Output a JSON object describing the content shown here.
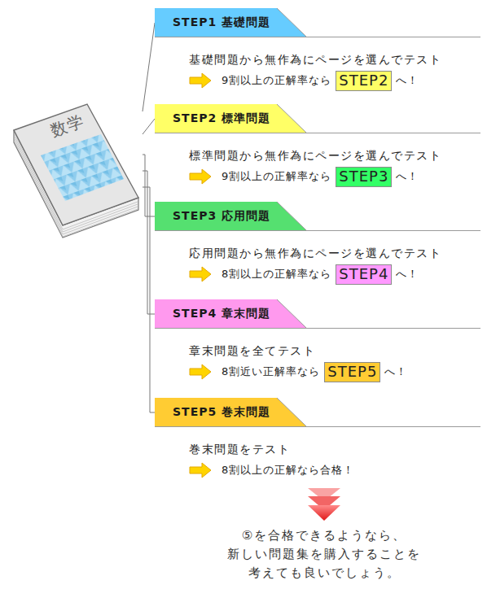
{
  "diagram": {
    "nodes": [
      {
        "text": [
          "数学"
        ]
      },
      {
        "text": [
          "STEP1 基礎問題",
          "基礎問題から無作為にページを選んでテスト",
          "9割以上の正解率なら",
          "へ！"
        ]
      },
      {
        "text": [
          "STEP2"
        ],
        "in": 1
      },
      {
        "text": [
          "STEP2 標準問題",
          "標準問題から無作為にページを選んでテスト",
          "9割以上の正解率なら",
          "へ！"
        ]
      },
      {
        "text": [
          "STEP3"
        ],
        "in": 3
      },
      {
        "text": [
          "STEP3 応用問題",
          "応用問題から無作為にページを選んでテスト",
          "8割以上の正解率なら",
          "へ！"
        ]
      },
      {
        "text": [
          "STEP4"
        ],
        "in": 5
      },
      {
        "text": [
          "STEP4 章末問題",
          "章末問題を全てテスト",
          "8割近い正解率なら",
          "へ！"
        ]
      },
      {
        "text": [
          "STEP5"
        ],
        "in": 7
      },
      {
        "text": [
          "STEP5 巻末問題",
          "巻末問題をテスト",
          "8割以上の正解なら合格！"
        ]
      }
    ],
    "edges": [
      {
        "from": 0,
        "to": 1,
        "arrow": "none"
      },
      {
        "from": 0,
        "to": 3,
        "arrow": "none"
      },
      {
        "from": 0,
        "to": 5,
        "arrow": "none"
      },
      {
        "from": 0,
        "to": 7,
        "arrow": "none"
      },
      {
        "from": 0,
        "to": 9,
        "arrow": "none"
      }
    ],
    "labels": [
      "⑤を合格できるようなら、 新しい問題集を購入することを 考えても良いでしょう。"
    ]
  }
}
